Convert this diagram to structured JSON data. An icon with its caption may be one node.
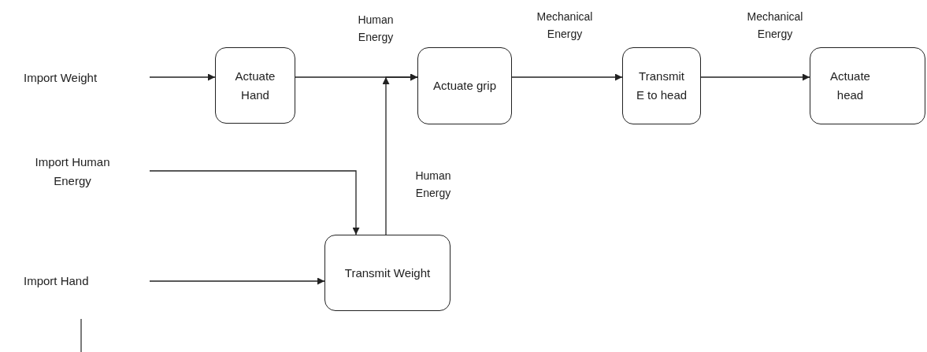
{
  "diagram": {
    "nodes": [
      {
        "text": [
          "Import Weight"
        ]
      },
      {
        "text": [
          "Actuate Hand"
        ]
      },
      {
        "text": [
          "Actuate grip"
        ]
      },
      {
        "text": [
          "Transmit E to head"
        ]
      },
      {
        "text": [
          "Actuate head"
        ]
      },
      {
        "text": [
          "Import Human Energy"
        ]
      },
      {
        "text": [
          "Transmit Weight"
        ]
      },
      {
        "text": [
          "Import Hand"
        ]
      }
    ],
    "edges": [
      {
        "from": 0,
        "to": 1,
        "arrow": "to"
      },
      {
        "from": 1,
        "to": 2,
        "arrow": "to",
        "label": "Human Energy"
      },
      {
        "from": 6,
        "to": 2,
        "arrow": "to",
        "label": "Human Energy"
      },
      {
        "from": 2,
        "to": 3,
        "arrow": "to",
        "label": "Mechanical Energy"
      },
      {
        "from": 3,
        "to": 4,
        "arrow": "to",
        "label": "Mechanical Energy"
      },
      {
        "from": 5,
        "to": 6,
        "arrow": "to"
      },
      {
        "from": 7,
        "to": 6,
        "arrow": "to"
      }
    ]
  }
}
